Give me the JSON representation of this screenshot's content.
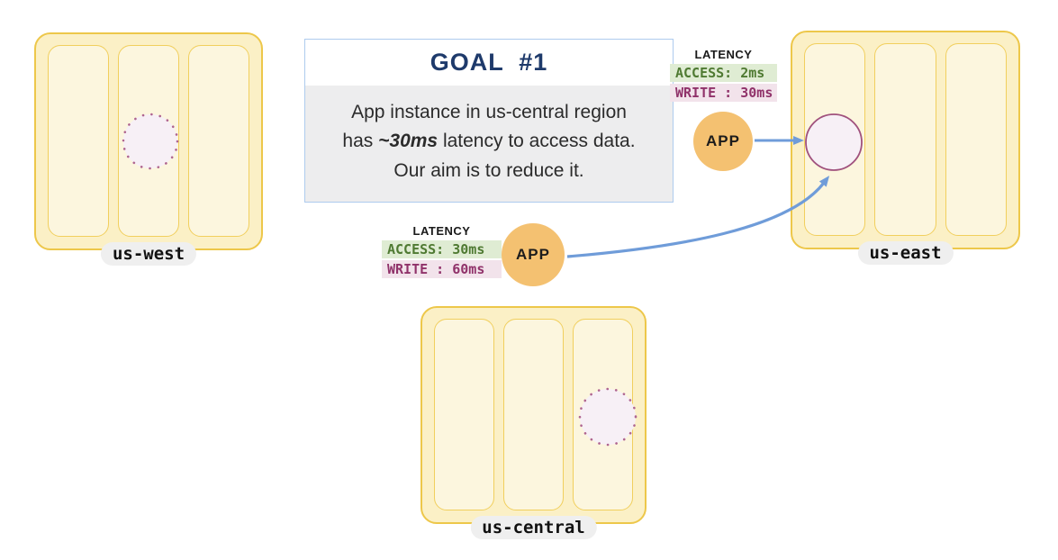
{
  "goal": {
    "title": "GOAL  #1",
    "body_line1": "App instance in us-central region",
    "body_line2_prefix": "has ",
    "body_line2_emphasis": "~30ms",
    "body_line2_suffix": " latency to access data.",
    "body_line3": "Our aim is to reduce it."
  },
  "regions": {
    "us_west": {
      "label": "us-west"
    },
    "us_east": {
      "label": "us-east"
    },
    "us_central": {
      "label": "us-central"
    }
  },
  "apps": {
    "east_app_label": "APP",
    "central_app_label": "APP"
  },
  "latency_east": {
    "title": "LATENCY",
    "access": "ACCESS: 2ms",
    "write": "WRITE : 30ms"
  },
  "latency_central": {
    "title": "LATENCY",
    "access": "ACCESS: 30ms",
    "write": "WRITE : 60ms"
  },
  "colors": {
    "region_fill": "#FBF0C6",
    "region_border": "#EDC74A",
    "column_fill": "#FCF6DE",
    "column_border": "#F1CF5D",
    "app_fill": "#F4C171",
    "arrow_blue": "#6F9CD9",
    "goal_border": "#AECBEE",
    "goal_title_navy": "#1E3A6B",
    "goal_body_bg": "#EDEDEE",
    "badge_access_bg": "#DFECD3",
    "badge_access_text": "#4F7A32",
    "badge_write_bg": "#F2E3EB",
    "badge_write_text": "#90326A",
    "db_fill": "#F7F0F6",
    "db_dot_stroke": "#AF6590",
    "db_solid_stroke": "#A0517D",
    "label_pill_bg": "#EFEFEF"
  }
}
